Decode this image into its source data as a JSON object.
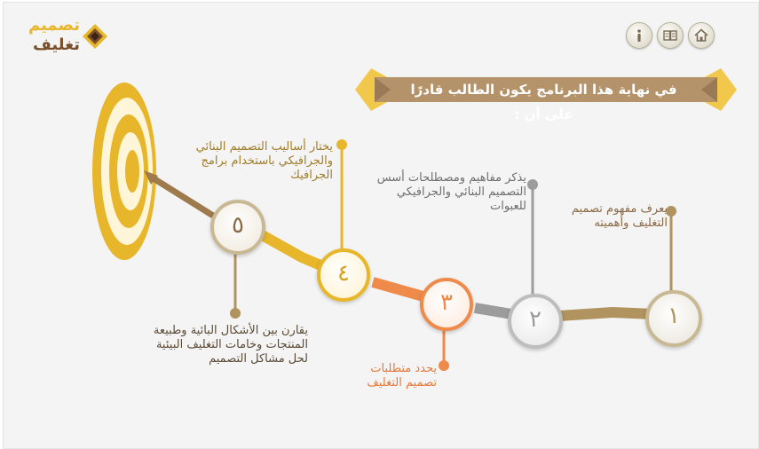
{
  "logo": {
    "line1": "تصميم",
    "line2": "تغليف"
  },
  "nav": {
    "icons": [
      "info-icon",
      "book-icon",
      "home-icon"
    ]
  },
  "banner": {
    "text": "في نهاية هذا البرنامج يكون الطالب  قادرًا على أن :"
  },
  "objectives": [
    {
      "number": "١",
      "text": "يعرف مفهوم تصميم التغليف وأهميته",
      "color": "#b0935e"
    },
    {
      "number": "٢",
      "text": "يذكر مفاهيم ومصطلحات أسس التصميم البنائي والجرافيكي للعبوات",
      "color": "#9c9c9c"
    },
    {
      "number": "٣",
      "text": "يحدد متطلبات تصميم التغليف",
      "color": "#ee8a4a"
    },
    {
      "number": "٤",
      "text": "يختار أساليب التصميم البنائي والجرافيكي باستخدام برامج الجرافيك",
      "color": "#e7b62a"
    },
    {
      "number": "٥",
      "text": "يقارن بين الأشكال البائية وطبيعة المنتجات وخامات التغليف البيئية لحل مشاكل التصميم",
      "color": "#b0935e"
    }
  ],
  "colors": {
    "brown": "#9e7a4c",
    "gold": "#e7b62a",
    "banner": "#b4926a",
    "bannerEnd": "#f1c84c"
  }
}
